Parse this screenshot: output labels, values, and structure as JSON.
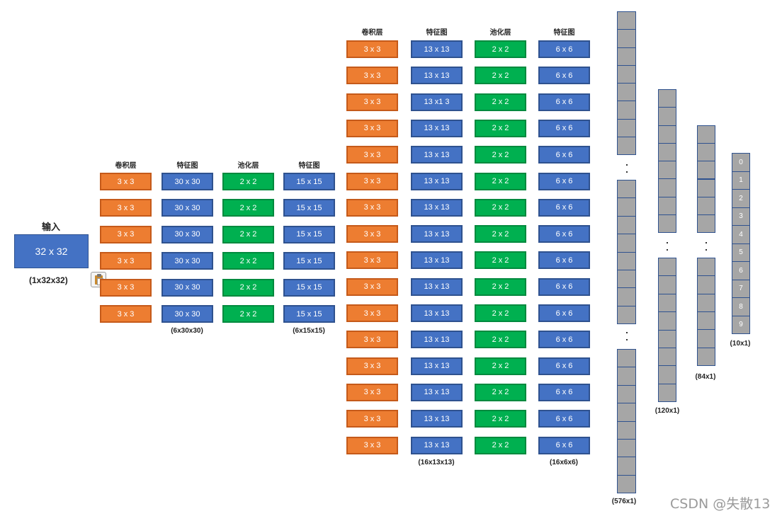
{
  "input": {
    "title": "输入",
    "size": "32 x 32",
    "dim": "(1x32x32)"
  },
  "stage1": {
    "headers": [
      "卷积层",
      "特征图",
      "池化层",
      "特征图"
    ],
    "rows": [
      [
        "3 x 3",
        "30 x 30",
        "2 x 2",
        "15 x 15"
      ],
      [
        "3 x 3",
        "30 x 30",
        "2 x 2",
        "15 x 15"
      ],
      [
        "3 x 3",
        "30 x 30",
        "2 x 2",
        "15 x 15"
      ],
      [
        "3 x 3",
        "30 x 30",
        "2 x 2",
        "15 x 15"
      ],
      [
        "3 x 3",
        "30 x 30",
        "2 x 2",
        "15 x 15"
      ],
      [
        "3 x 3",
        "30 x 30",
        "2 x 2",
        "15 x 15"
      ]
    ],
    "fmap_label": "(6x30x30)",
    "pool_label": "(6x15x15)"
  },
  "stage2": {
    "headers": [
      "卷积层",
      "特征图",
      "池化层",
      "特征图"
    ],
    "rows": [
      [
        "3 x 3",
        "13 x 13",
        "2 x 2",
        "6 x 6"
      ],
      [
        "3 x 3",
        "13 x 13",
        "2 x 2",
        "6 x 6"
      ],
      [
        "3 x 3",
        "13 x1 3",
        "2 x 2",
        "6 x 6"
      ],
      [
        "3 x 3",
        "13 x 13",
        "2 x 2",
        "6 x 6"
      ],
      [
        "3 x 3",
        "13 x 13",
        "2 x 2",
        "6 x 6"
      ],
      [
        "3 x 3",
        "13 x 13",
        "2 x 2",
        "6 x 6"
      ],
      [
        "3 x 3",
        "13 x 13",
        "2 x 2",
        "6 x 6"
      ],
      [
        "3 x 3",
        "13 x 13",
        "2 x 2",
        "6 x 6"
      ],
      [
        "3 x 3",
        "13 x 13",
        "2 x 2",
        "6 x 6"
      ],
      [
        "3 x 3",
        "13 x 13",
        "2 x 2",
        "6 x 6"
      ],
      [
        "3 x 3",
        "13 x 13",
        "2 x 2",
        "6 x 6"
      ],
      [
        "3 x 3",
        "13 x 13",
        "2 x 2",
        "6 x 6"
      ],
      [
        "3 x 3",
        "13 x 13",
        "2 x 2",
        "6 x 6"
      ],
      [
        "3 x 3",
        "13 x 13",
        "2 x 2",
        "6 x 6"
      ],
      [
        "3 x 3",
        "13 x 13",
        "2 x 2",
        "6 x 6"
      ],
      [
        "3 x 3",
        "13 x 13",
        "2 x 2",
        "6 x 6"
      ]
    ],
    "fmap_label": "(16x13x13)",
    "pool_label": "(16x6x6)"
  },
  "fc_layers": {
    "flatten_label": "(576x1)",
    "fc1_label": "(120x1)",
    "fc2_label": "(84x1)"
  },
  "output": {
    "label": "(10x1)",
    "cells": [
      "0",
      "1",
      "2",
      "3",
      "4",
      "5",
      "6",
      "7",
      "8",
      "9"
    ]
  },
  "watermark": "CSDN @失散13",
  "colors": {
    "conv": "#ED7D31",
    "feature_map": "#4472C4",
    "pool": "#00B050",
    "neuron": "#A6A6A6"
  }
}
